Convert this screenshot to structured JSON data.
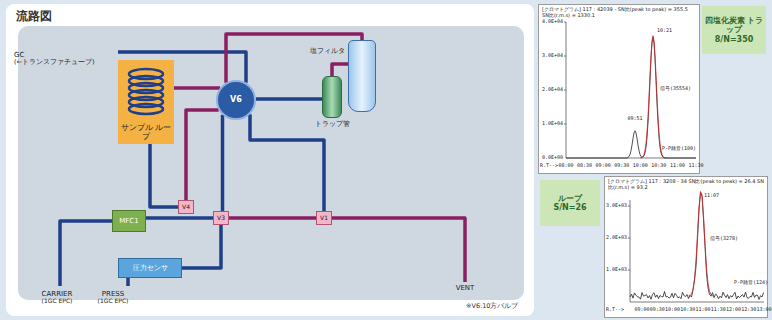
{
  "diagram": {
    "nodes": [
      {
        "text": [
          "流路図"
        ]
      },
      {
        "text": [
          "GC",
          "(←トランスファチューブ)"
        ],
        "in": 0
      },
      {
        "text": [
          "V6"
        ],
        "in": 0
      },
      {
        "text": [
          "サンプル ループ"
        ],
        "in": 0
      },
      {
        "text": [
          "塩フィルタ"
        ],
        "in": 0
      },
      {
        "text": [
          "トラップ管"
        ],
        "in": 0
      },
      {
        "text": [
          "V4"
        ],
        "in": 0
      },
      {
        "text": [
          "MFC1"
        ],
        "in": 0
      },
      {
        "text": [
          "V3"
        ],
        "in": 0
      },
      {
        "text": [
          "V1"
        ],
        "in": 0
      },
      {
        "text": [
          "圧力センサ"
        ],
        "in": 0
      },
      {
        "text": [
          "CARRIER",
          "(1GC EPC)"
        ],
        "in": 0
      },
      {
        "text": [
          "PRESS",
          "(1GC EPC)"
        ],
        "in": 0
      },
      {
        "text": [
          "VENT"
        ],
        "in": 0
      },
      {
        "text": [
          "[クロマトグラム] 117 : 42039 - SN比(peak to peak) = 355.5 SN比(r.m.s) = 1330.1"
        ]
      },
      {
        "text": [
          "四塩化炭素 トラップ",
          "8/N=350"
        ]
      },
      {
        "text": [
          "[クロマトグラム] 117 : 3208 - 34 SN比(peak to peak) = 26.4 SN比(r.m.s) = 93.2"
        ]
      },
      {
        "text": [
          "ループ",
          "S/N=26"
        ]
      }
    ],
    "edges": [
      {
        "from": 1,
        "to": 2,
        "arrow": "none"
      },
      {
        "from": 4,
        "to": 2,
        "arrow": "none"
      },
      {
        "from": 3,
        "to": 2,
        "arrow": "none"
      },
      {
        "from": 2,
        "to": 5,
        "arrow": "none"
      },
      {
        "from": 5,
        "to": 4,
        "arrow": "none"
      },
      {
        "from": 3,
        "to": 6,
        "arrow": "none"
      },
      {
        "from": 6,
        "to": 2,
        "arrow": "none"
      },
      {
        "from": 11,
        "to": 7,
        "arrow": "none"
      },
      {
        "from": 7,
        "to": 8,
        "arrow": "none"
      },
      {
        "from": 12,
        "to": 10,
        "arrow": "none"
      },
      {
        "from": 10,
        "to": 8,
        "arrow": "none"
      },
      {
        "from": 8,
        "to": 2,
        "arrow": "none"
      },
      {
        "from": 8,
        "to": 9,
        "arrow": "none"
      },
      {
        "from": 9,
        "to": 13,
        "arrow": "none"
      },
      {
        "from": 9,
        "to": 2,
        "arrow": "none"
      }
    ],
    "labels": [
      "※V6:10方バルブ",
      "4.0E+04",
      "3.0E+04",
      "2.0E+04",
      "1.0E+04",
      "0.0E+00",
      "09:51",
      "10:21",
      "信号(35554)",
      "P-P雑音(100)",
      "R.T-->",
      "08:00",
      "08:30",
      "09:00",
      "09:30",
      "10:00",
      "10:30",
      "11:00",
      "11:30",
      "3.0E+03",
      "2.0E+03",
      "1.0E+03",
      "11:07",
      "信号(3278)",
      "P-P雑音(124)",
      "R.T-->",
      "09:00",
      "09:30",
      "10:00",
      "10:30",
      "11:00",
      "11:30",
      "12:00",
      "12:30",
      "13:00"
    ]
  }
}
